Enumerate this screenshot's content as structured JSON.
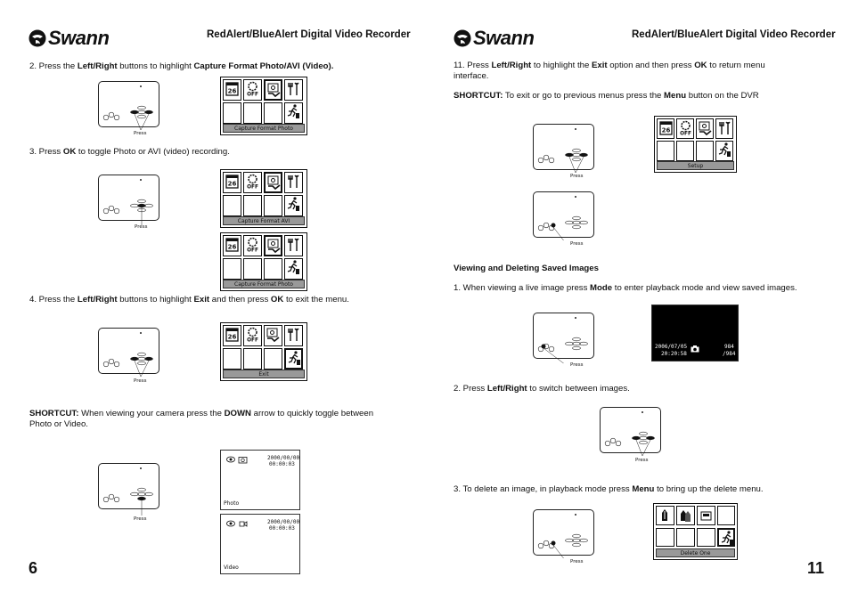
{
  "brand": "Swann",
  "header_title": "RedAlert/BlueAlert Digital Video Recorder",
  "press_label": "Press",
  "left": {
    "step2": {
      "pre": "2. Press the ",
      "b1": "Left/Right",
      "mid": " buttons to highlight ",
      "b2": "Capture Format Photo/AVI (Video)."
    },
    "step2_bar": "Capture Format Photo",
    "step3": {
      "pre": "3. Press ",
      "b1": "OK",
      "post": " to toggle Photo or AVI (video) recording."
    },
    "step3_bar_a": "Capture Format AVI",
    "step3_bar_b": "Capture Format Photo",
    "step4": {
      "pre": "4. Press the ",
      "b1": "Left/Right",
      "mid": " buttons to highlight ",
      "b2": "Exit",
      "mid2": " and then press ",
      "b3": "OK",
      "post": " to exit the menu."
    },
    "step4_bar": "Exit",
    "shortcut": {
      "label": "SHORTCUT:",
      "pre": " When viewing your camera press the ",
      "b1": "DOWN",
      "post": " arrow to quickly toggle between",
      "line2": "Photo or Video."
    },
    "photo_screen": {
      "date": "2000/00/00",
      "time": "00:00:03",
      "mode": "Photo"
    },
    "video_screen": {
      "date": "2000/00/00",
      "time": "00:00:03",
      "mode": "Video"
    },
    "page_number": "6"
  },
  "right": {
    "step11": {
      "pre": "11. Press ",
      "b1": "Left/Right",
      "mid": " to highlight the ",
      "b2": "Exit",
      "mid2": " option and then press ",
      "b3": "OK",
      "post": " to return menu",
      "line2": "interface."
    },
    "shortcut": {
      "label": "SHORTCUT:",
      "pre": " To exit or go to previous menus press the ",
      "b1": "Menu",
      "post": " button on the DVR"
    },
    "setup_bar": "Setup",
    "section_title": "Viewing and Deleting Saved Images",
    "v1": {
      "pre": "1. When viewing a live image press ",
      "b1": "Mode",
      "post": " to enter playback mode and view saved images."
    },
    "playback": {
      "date": "2006/07/05",
      "time": "20:20:58",
      "count_a": "984",
      "count_b": "/984"
    },
    "v2": {
      "pre": "2. Press ",
      "b1": "Left/Right",
      "post": " to switch between images."
    },
    "v3": {
      "pre": "3. To delete an image, in playback mode press ",
      "b1": "Menu",
      "post": " to bring up the delete menu."
    },
    "delete_bar": "Delete One",
    "page_number": "11"
  },
  "menu_icons": {
    "calendar_num": "26",
    "off_label": "OFF"
  }
}
